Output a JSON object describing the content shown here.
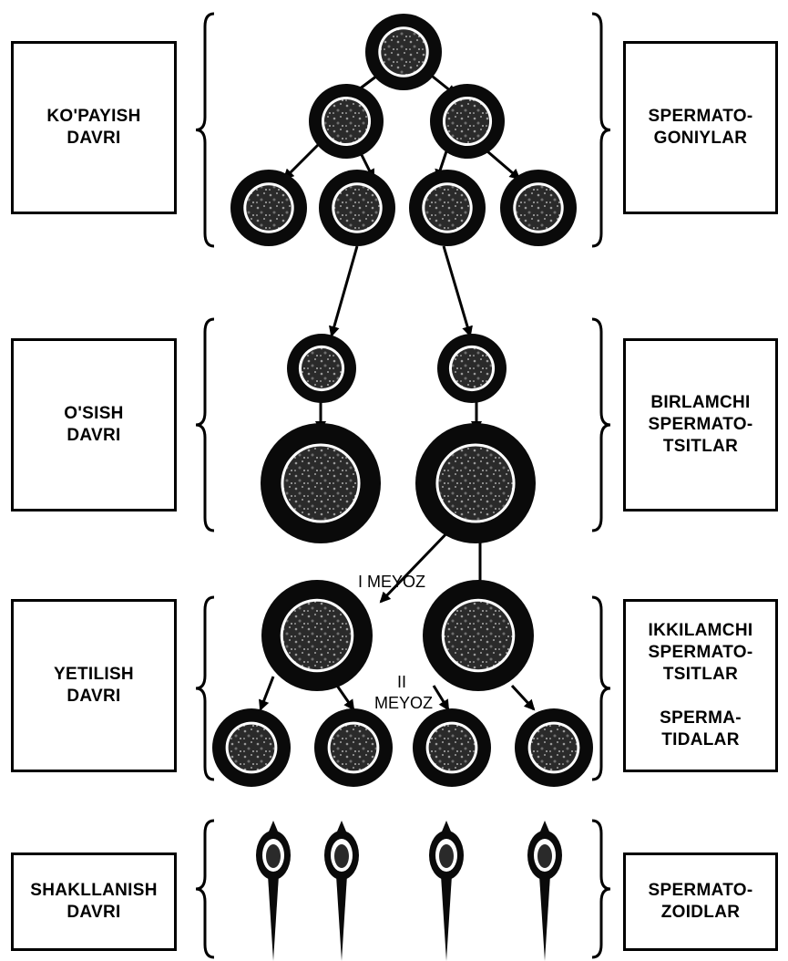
{
  "stages": [
    {
      "key": "kopayish",
      "phase": [
        "KO'PAYISH",
        "DAVRI"
      ],
      "cells": [
        "SPERMATO-",
        "GONIYLAR"
      ]
    },
    {
      "key": "osish",
      "phase": [
        "O'SISH",
        "DAVRI"
      ],
      "cells": [
        "BIRLAMCHI",
        "SPERMATO-",
        "TSITLAR"
      ]
    },
    {
      "key": "yetilish",
      "phase": [
        "YETILISH",
        "DAVRI"
      ],
      "cells": [
        "IKKILAMCHI",
        "SPERMATO-",
        "TSITLAR"
      ],
      "cells2": [
        "SPERMA-",
        "TIDALAR"
      ]
    },
    {
      "key": "shakllanish",
      "phase": [
        "SHAKLLANISH",
        "DAVRI"
      ],
      "cells": [
        "SPERMATO-",
        "ZOIDLAR"
      ]
    }
  ],
  "meiosis": {
    "first": "I MEYOZ",
    "second_line1": "II",
    "second_line2": "MEYOZ"
  },
  "colors": {
    "ink": "#000000",
    "nucleus_fill": "#2a2a2a",
    "membrane": "#ffffff"
  }
}
